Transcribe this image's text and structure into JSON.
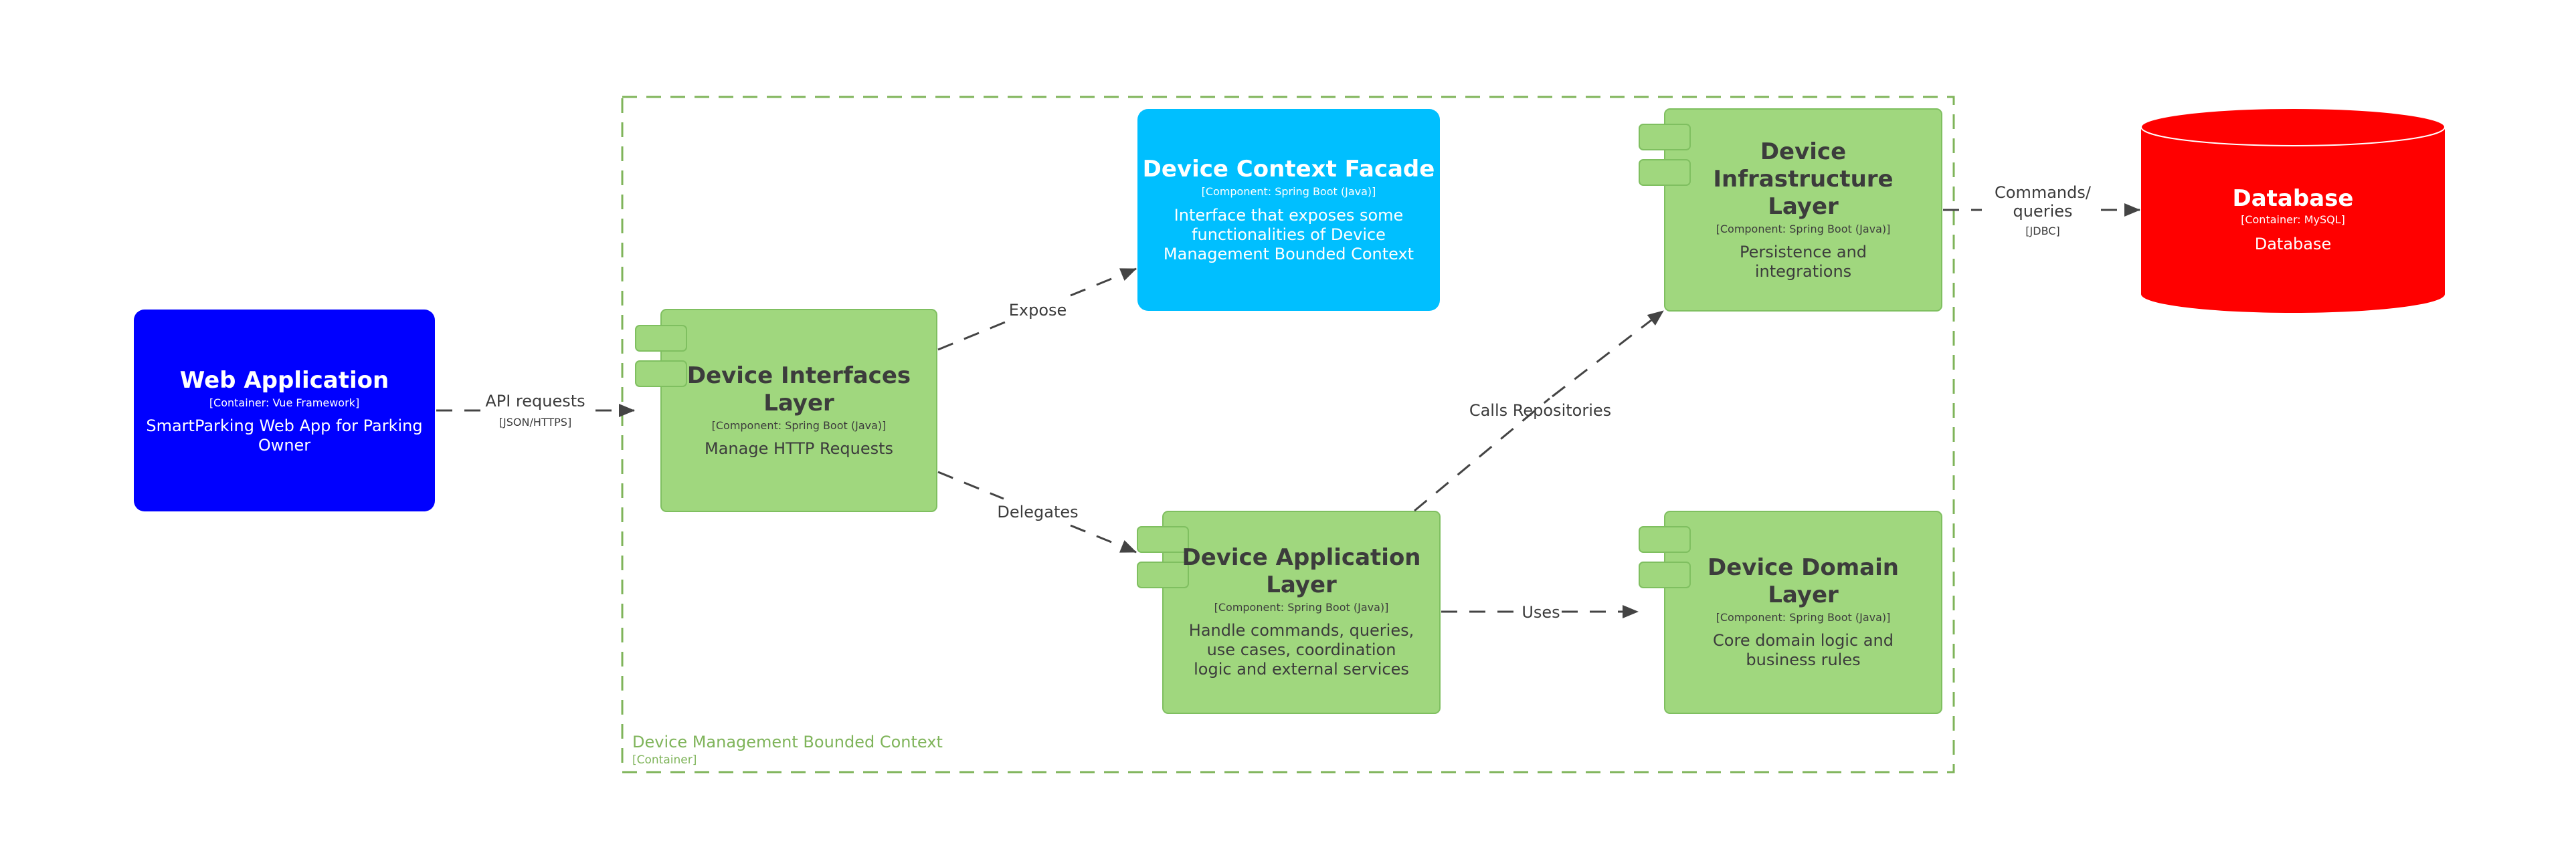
{
  "colors": {
    "web_app_fill": "#0000FF",
    "facade_fill": "#00BFFF",
    "component_fill": "#A0D77E",
    "component_stroke": "#7FBF60",
    "database_fill": "#FF0000",
    "boundary": "#7FB45A",
    "dark_text": "#3C3C3C",
    "light_text": "#FFFFFF",
    "edge": "#444444"
  },
  "web_app": {
    "title": "Web Application",
    "tech": "[Container: Vue Framework]",
    "desc_line1": "SmartParking Web App for Parking",
    "desc_line2": "Owner"
  },
  "boundary": {
    "title": "Device Management Bounded Context",
    "kind": "[Container]"
  },
  "interfaces": {
    "title_line1": "Device Interfaces",
    "title_line2": "Layer",
    "tech": "[Component: Spring Boot (Java)]",
    "desc_line1": "Manage HTTP Requests"
  },
  "facade": {
    "title": "Device Context Facade",
    "tech": "[Component: Spring Boot (Java)]",
    "desc_line1": "Interface that exposes some",
    "desc_line2": "functionalities of Device",
    "desc_line3": "Management Bounded Context"
  },
  "application": {
    "title_line1": "Device Application",
    "title_line2": "Layer",
    "tech": "[Component: Spring Boot (Java)]",
    "desc_line1": "Handle commands, queries,",
    "desc_line2": "use cases, coordination",
    "desc_line3": "logic and external services"
  },
  "infrastructure": {
    "title_line1": "Device",
    "title_line2": "Infrastructure",
    "title_line3": "Layer",
    "tech": "[Component: Spring Boot (Java)]",
    "desc_line1": "Persistence and",
    "desc_line2": "integrations"
  },
  "domain": {
    "title_line1": "Device Domain",
    "title_line2": "Layer",
    "tech": "[Component: Spring Boot (Java)]",
    "desc_line1": "Core domain logic and",
    "desc_line2": "business rules"
  },
  "database": {
    "title": "Database",
    "tech": "[Container: MySQL]",
    "desc": "Database"
  },
  "edges": {
    "api_requests": {
      "label": "API requests",
      "tech": "[JSON/HTTPS]"
    },
    "expose": {
      "label": "Expose"
    },
    "delegates": {
      "label": "Delegates"
    },
    "calls_repositories": {
      "label": "Calls Repositories"
    },
    "uses": {
      "label": "Uses"
    },
    "commands_queries": {
      "label_line1": "Commands/",
      "label_line2": "queries",
      "tech": "[JDBC]"
    }
  }
}
